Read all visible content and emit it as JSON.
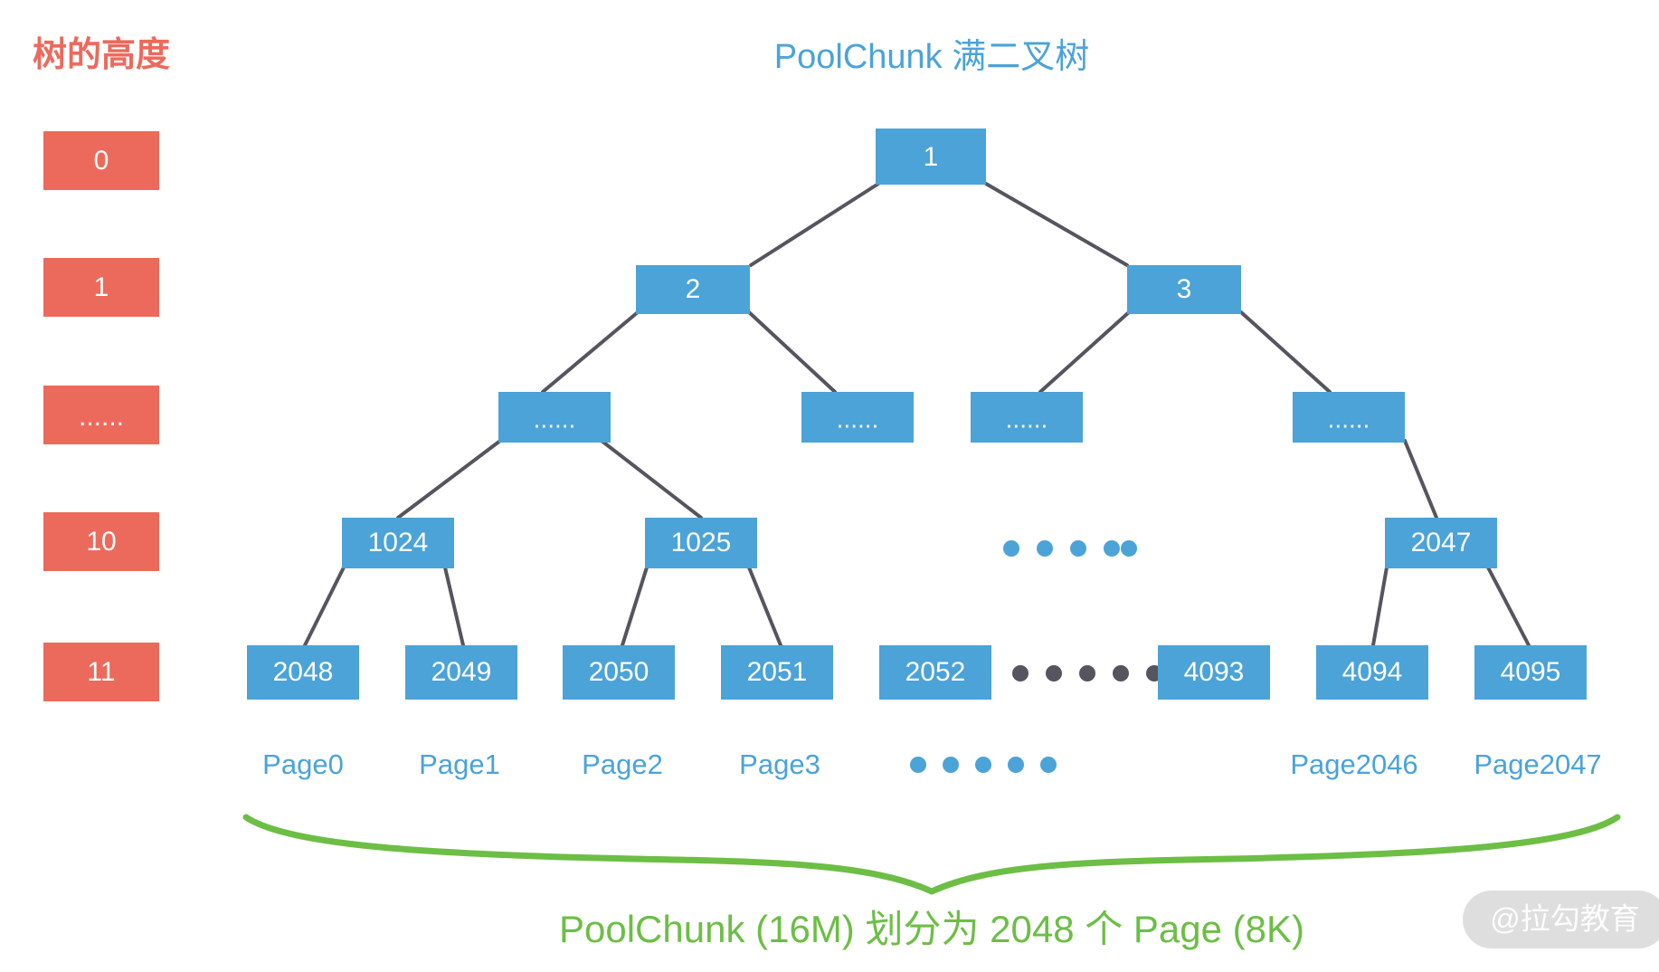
{
  "title": "PoolChunk 满二叉树",
  "height_column_title": "树的高度",
  "caption": "PoolChunk (16M) 划分为 2048 个 Page (8K)",
  "watermark": "@拉勾教育",
  "colors": {
    "node_blue": "#4ba3d8",
    "level_red": "#ec6a5c",
    "edge_gray": "#55555f",
    "brace_green": "#6cbe45",
    "text_white": "#ffffff",
    "background": "#ffffff",
    "watermark_pill": "#d8d8d8"
  },
  "levels": [
    {
      "label": "0",
      "depth": 0
    },
    {
      "label": "1",
      "depth": 1
    },
    {
      "label": "......",
      "depth": 2
    },
    {
      "label": "10",
      "depth": 3
    },
    {
      "label": "11",
      "depth": 4
    }
  ],
  "tree": {
    "row0": [
      {
        "label": "1"
      }
    ],
    "row1": [
      {
        "label": "2"
      },
      {
        "label": "3"
      }
    ],
    "row2": [
      {
        "label": "......"
      },
      {
        "label": "......"
      },
      {
        "label": "......"
      },
      {
        "label": "......"
      }
    ],
    "row3": [
      {
        "label": "1024"
      },
      {
        "label": "1025"
      },
      {
        "label": "......"
      },
      {
        "label": "2047"
      }
    ],
    "row4": [
      {
        "label": "2048"
      },
      {
        "label": "2049"
      },
      {
        "label": "2050"
      },
      {
        "label": "2051"
      },
      {
        "label": "2052"
      },
      {
        "label": "......"
      },
      {
        "label": "4093"
      },
      {
        "label": "4094"
      },
      {
        "label": "4095"
      }
    ]
  },
  "pages": [
    {
      "label": "Page0"
    },
    {
      "label": "Page1"
    },
    {
      "label": "Page2"
    },
    {
      "label": "Page3"
    },
    {
      "label": "......"
    },
    {
      "label": "Page2046"
    },
    {
      "label": "Page2047"
    }
  ]
}
